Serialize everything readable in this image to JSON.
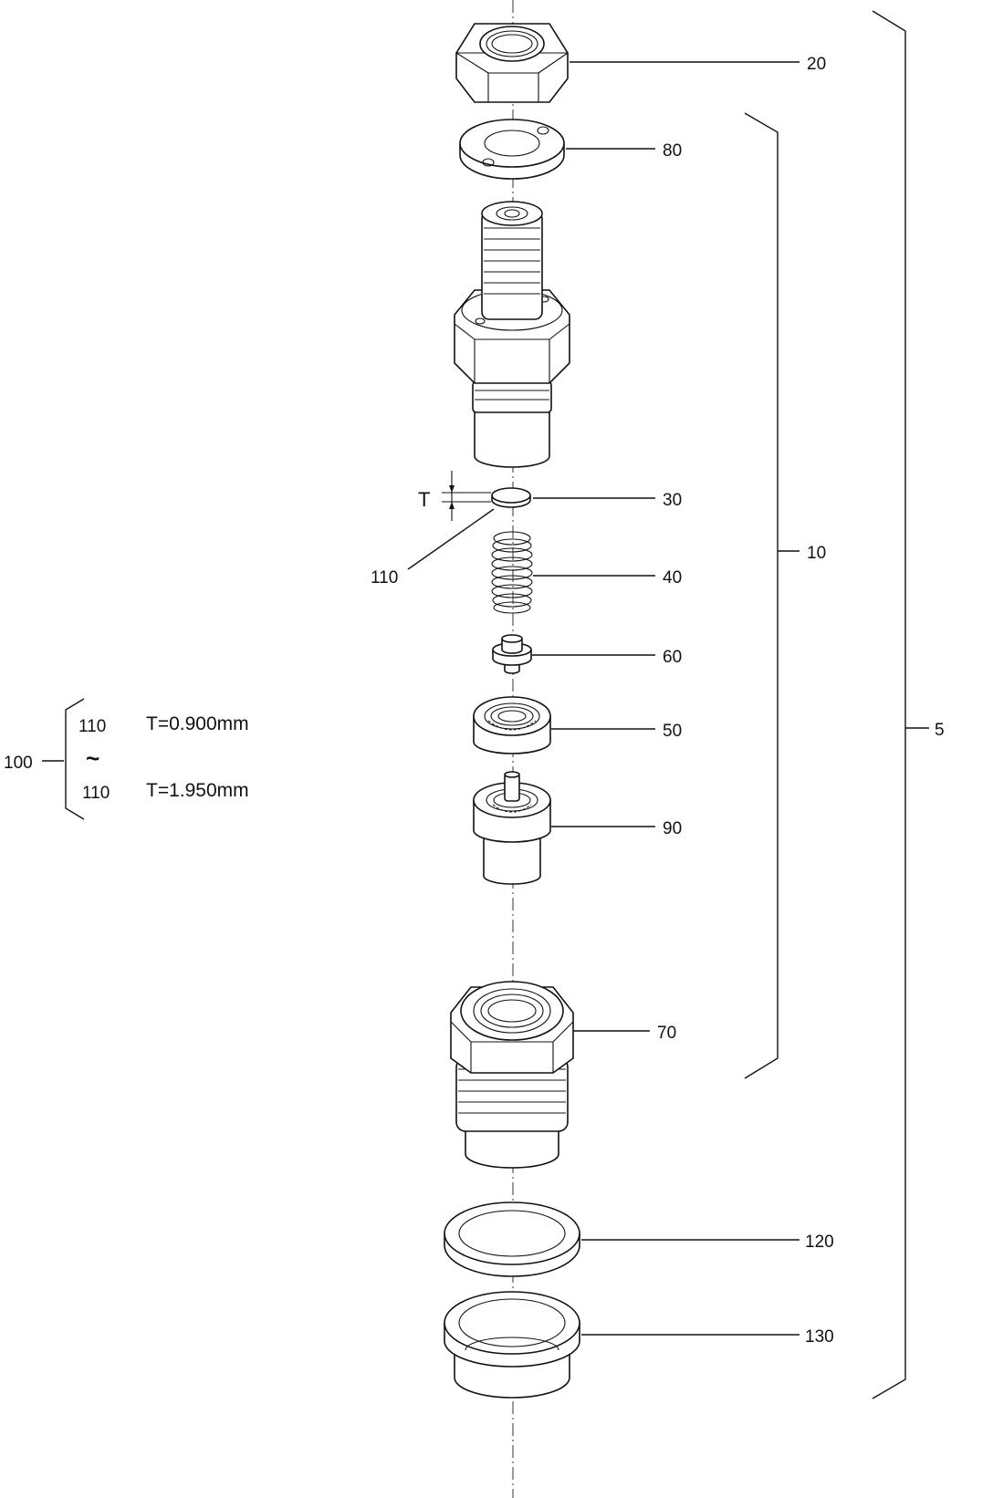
{
  "callouts": {
    "c20": "20",
    "c80": "80",
    "c30": "30",
    "c40": "40",
    "c60": "60",
    "c50": "50",
    "c90": "90",
    "c70": "70",
    "c120": "120",
    "c130": "130",
    "c10": "10",
    "c5": "5",
    "c110": "110",
    "t_label": "T"
  },
  "variants": {
    "group": "100",
    "first_part": "110",
    "first_thickness": "T=0.900mm",
    "range_symbol": "~",
    "last_part": "110",
    "last_thickness": "T=1.950mm"
  }
}
